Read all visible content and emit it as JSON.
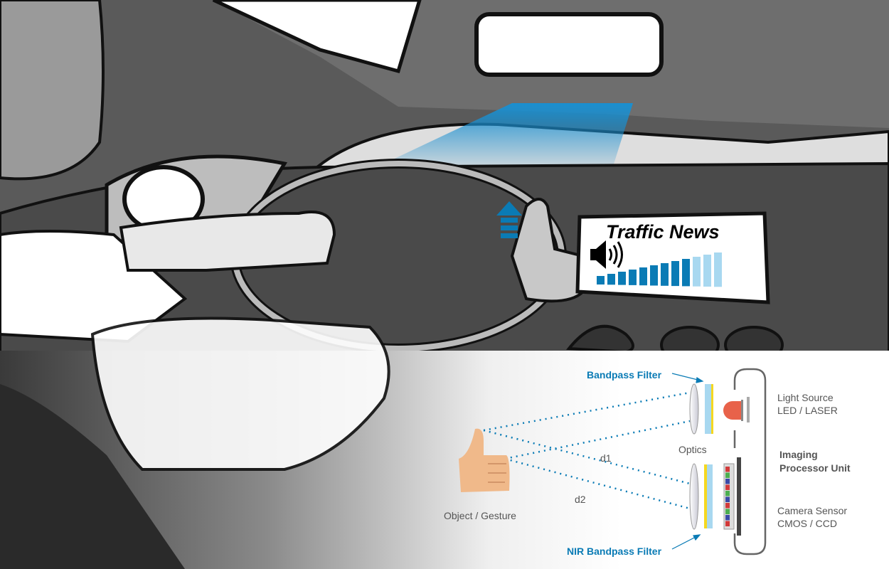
{
  "screen": {
    "title": "Traffic News",
    "volume_level": 0.75,
    "volume_bars_total": 12,
    "volume_bars_active": 9
  },
  "diagram": {
    "bandpass_filter": "Bandpass Filter",
    "nir_bandpass_filter": "NIR Bandpass Filter",
    "optics": "Optics",
    "d1": "d1",
    "d2": "d2",
    "object": "Object / Gesture",
    "light_source_line1": "Light Source",
    "light_source_line2": "LED / LASER",
    "ipu_line1": "Imaging",
    "ipu_line2": "Processor Unit",
    "sensor_line1": "Camera Sensor",
    "sensor_line2": "CMOS / CCD"
  },
  "colors": {
    "accent_blue": "#0a7bb5",
    "light_blue": "#a8d8f0",
    "led_red": "#e8624a",
    "filter_yellow": "#f5d820",
    "skin": "#f0b98a"
  }
}
